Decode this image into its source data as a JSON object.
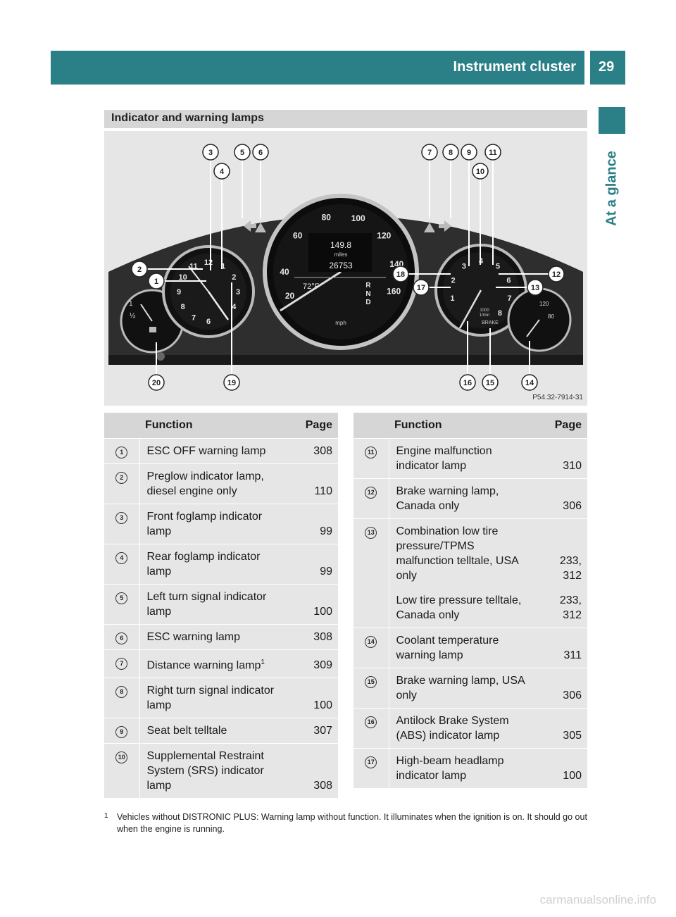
{
  "header": {
    "title": "Instrument cluster",
    "page_number": "29"
  },
  "side_tab": {
    "label": "At a glance"
  },
  "section": {
    "title": "Indicator and warning lamps"
  },
  "figure": {
    "code": "P54.32-7914-31",
    "callouts": [
      "1",
      "2",
      "3",
      "4",
      "5",
      "6",
      "7",
      "8",
      "9",
      "10",
      "11",
      "12",
      "13",
      "14",
      "15",
      "16",
      "17",
      "18",
      "19",
      "20"
    ],
    "speedometer_labels": [
      "20",
      "40",
      "60",
      "80",
      "100",
      "120",
      "140",
      "160"
    ],
    "tachometer_labels": [
      "1",
      "2",
      "3",
      "4",
      "5",
      "6",
      "7",
      "8"
    ],
    "clock_labels": [
      "12",
      "1",
      "2",
      "3",
      "4",
      "6",
      "7",
      "8",
      "9",
      "10",
      "11"
    ],
    "display": {
      "trip": "149.8",
      "trip_unit": "miles",
      "odometer": "26753",
      "temp": "72°F",
      "gears": [
        "R",
        "N",
        "D"
      ],
      "speed_unit": "mph"
    },
    "tach_labels": [
      "1000",
      "1/min",
      "BRAKE"
    ],
    "fuel_labels": [
      "1",
      "½"
    ],
    "coolant_labels": [
      "120",
      "80"
    ]
  },
  "table_left": {
    "headers": {
      "function": "Function",
      "page": "Page"
    },
    "rows": [
      {
        "num": "1",
        "lines": [
          "ESC OFF warning lamp"
        ],
        "page": "308"
      },
      {
        "num": "2",
        "lines": [
          "Preglow indicator lamp,",
          "diesel engine only"
        ],
        "page": "110"
      },
      {
        "num": "3",
        "lines": [
          "Front foglamp indicator",
          "lamp"
        ],
        "page": "99"
      },
      {
        "num": "4",
        "lines": [
          "Rear foglamp indicator",
          "lamp"
        ],
        "page": "99"
      },
      {
        "num": "5",
        "lines": [
          "Left turn signal indicator",
          "lamp"
        ],
        "page": "100"
      },
      {
        "num": "6",
        "lines": [
          "ESC warning lamp"
        ],
        "page": "308"
      },
      {
        "num": "7",
        "lines": [
          "Distance warning lamp"
        ],
        "sup": "1",
        "page": "309"
      },
      {
        "num": "8",
        "lines": [
          "Right turn signal indicator",
          "lamp"
        ],
        "page": "100"
      },
      {
        "num": "9",
        "lines": [
          "Seat belt telltale"
        ],
        "page": "307"
      },
      {
        "num": "10",
        "lines": [
          "Supplemental Restraint",
          "System (SRS) indicator",
          "lamp"
        ],
        "page": "308"
      }
    ]
  },
  "table_right": {
    "headers": {
      "function": "Function",
      "page": "Page"
    },
    "rows": [
      {
        "num": "11",
        "lines": [
          "Engine malfunction",
          "indicator lamp"
        ],
        "page": "310"
      },
      {
        "num": "12",
        "lines": [
          "Brake warning lamp,",
          "Canada only"
        ],
        "page": "306"
      },
      {
        "num": "13",
        "lines": [
          "Combination low tire",
          "pressure/TPMS",
          "malfunction telltale, USA",
          "only"
        ],
        "page": "233,\n312"
      },
      {
        "num": "",
        "lines": [
          "Low tire pressure telltale,",
          "Canada only"
        ],
        "page": "233,\n312",
        "sub": true
      },
      {
        "num": "14",
        "lines": [
          "Coolant temperature",
          "warning lamp"
        ],
        "page": "311"
      },
      {
        "num": "15",
        "lines": [
          "Brake warning lamp, USA",
          "only"
        ],
        "page": "306"
      },
      {
        "num": "16",
        "lines": [
          "Antilock Brake System",
          "(ABS) indicator lamp"
        ],
        "page": "305"
      },
      {
        "num": "17",
        "lines": [
          "High-beam headlamp",
          "indicator lamp"
        ],
        "page": "100"
      }
    ]
  },
  "footnote": {
    "mark": "1",
    "text": "Vehicles without DISTRONIC PLUS: Warning lamp without function. It illuminates when the ignition is on. It should go out when the engine is running."
  },
  "watermark": "carmanualsonline.info",
  "colors": {
    "accent": "#2b7f86",
    "table_header": "#d6d6d6",
    "table_cell": "#e6e6e6"
  }
}
